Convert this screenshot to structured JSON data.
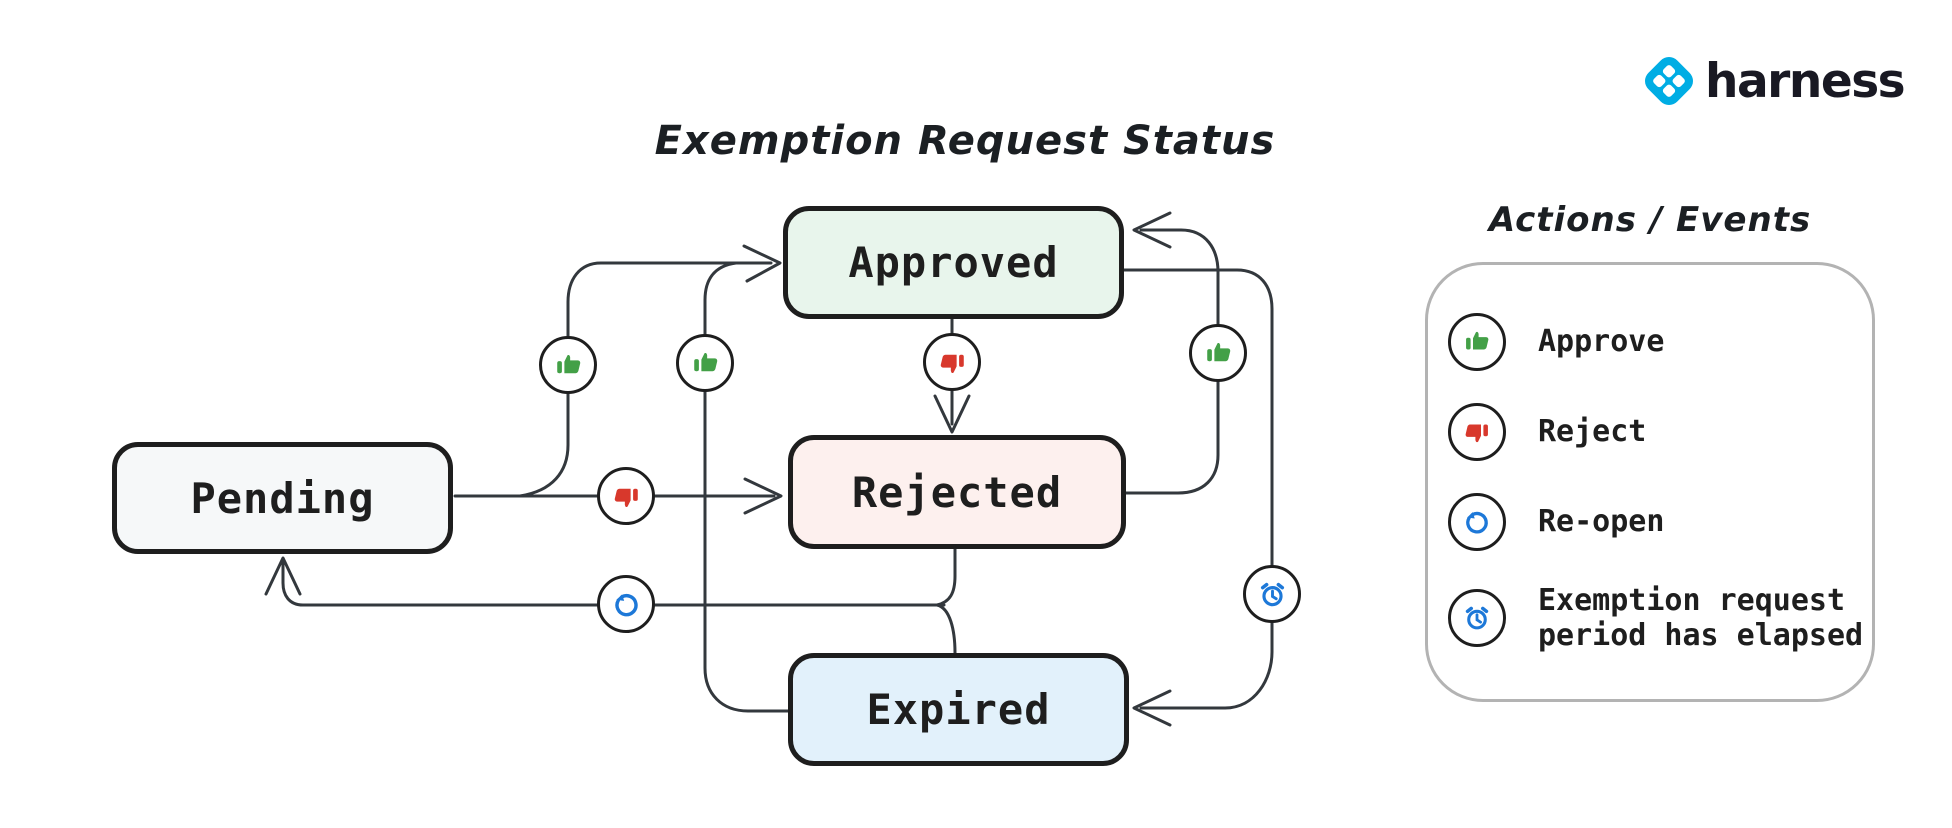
{
  "title": "Exemption Request Status",
  "brand": {
    "name": "harness",
    "logo_color": "#00ade4"
  },
  "diagram": {
    "states": [
      {
        "id": "pending",
        "label": "Pending",
        "fill": "#f6f8f9"
      },
      {
        "id": "approved",
        "label": "Approved",
        "fill": "#e8f5ec"
      },
      {
        "id": "rejected",
        "label": "Rejected",
        "fill": "#fdf0ee"
      },
      {
        "id": "expired",
        "label": "Expired",
        "fill": "#e2f1fb"
      }
    ],
    "transitions": [
      {
        "from": "Pending",
        "to": "Approved",
        "action": "Approve"
      },
      {
        "from": "Pending",
        "to": "Rejected",
        "action": "Reject"
      },
      {
        "from": "Approved",
        "to": "Rejected",
        "action": "Reject"
      },
      {
        "from": "Rejected",
        "to": "Approved",
        "action": "Approve"
      },
      {
        "from": "Expired",
        "to": "Approved",
        "action": "Approve"
      },
      {
        "from": "Approved",
        "to": "Expired",
        "action": "Exemption request period has elapsed"
      },
      {
        "from": "Rejected",
        "to": "Pending",
        "action": "Re-open"
      },
      {
        "from": "Expired",
        "to": "Pending",
        "action": "Re-open"
      }
    ]
  },
  "legend": {
    "title": "Actions / Events",
    "items": [
      {
        "icon": "thumbs-up-icon",
        "label": "Approve",
        "color": "#43a047"
      },
      {
        "icon": "thumbs-down-icon",
        "label": "Reject",
        "color": "#d8382c"
      },
      {
        "icon": "reopen-icon",
        "label": "Re-open",
        "color": "#1d78d8"
      },
      {
        "icon": "alarm-icon",
        "label": "Exemption request period has elapsed",
        "color": "#1d78d8"
      }
    ]
  },
  "colors": {
    "line": "#33383d",
    "node_border": "#1e1e1e"
  }
}
